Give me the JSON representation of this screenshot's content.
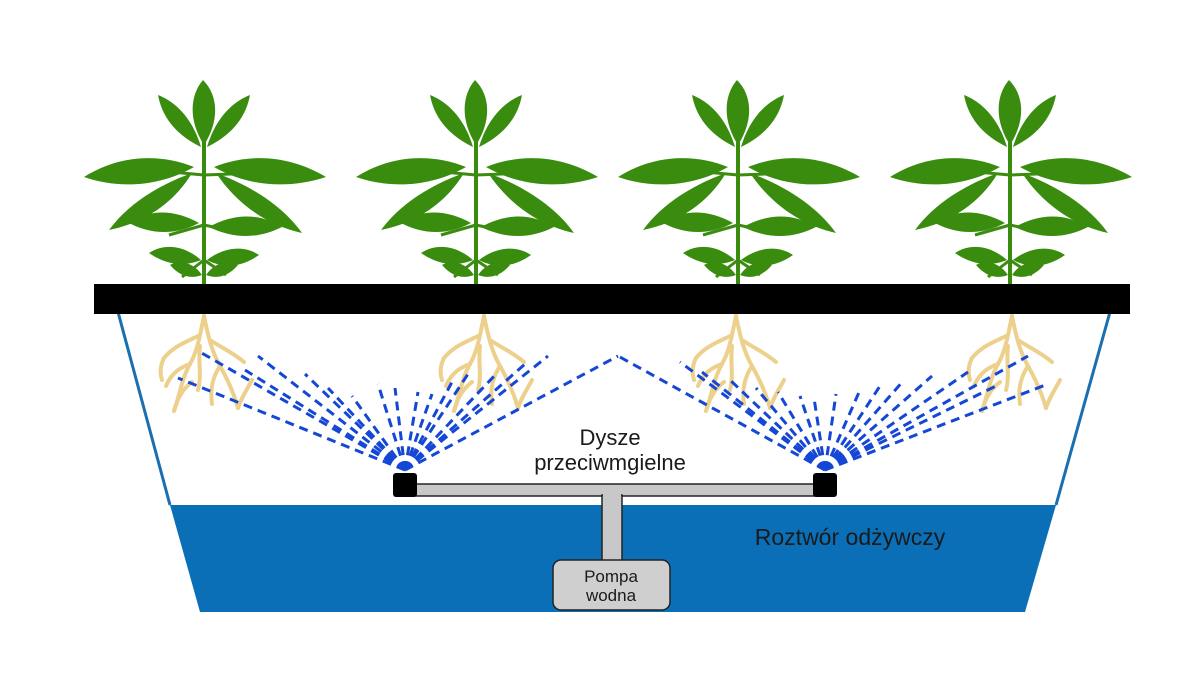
{
  "labels": {
    "nozzles_line1": "Dysze",
    "nozzles_line2": "przeciwmgielne",
    "solution": "Roztwór odżywczy",
    "pump_line1": "Pompa",
    "pump_line2": "wodna"
  },
  "colors": {
    "plant_leaf": "#3a8c0f",
    "root": "#ecd08c",
    "mist": "#1447d6",
    "nutrient_solution": "#0b6fb7",
    "container_outline": "#1a6fb0",
    "lid": "#000000",
    "pipe": "#c8c8c8",
    "nozzle": "#000000",
    "pump": "#cfcfcf"
  },
  "plants": [
    {
      "name": "plant-1"
    },
    {
      "name": "plant-2"
    },
    {
      "name": "plant-3"
    },
    {
      "name": "plant-4"
    }
  ]
}
